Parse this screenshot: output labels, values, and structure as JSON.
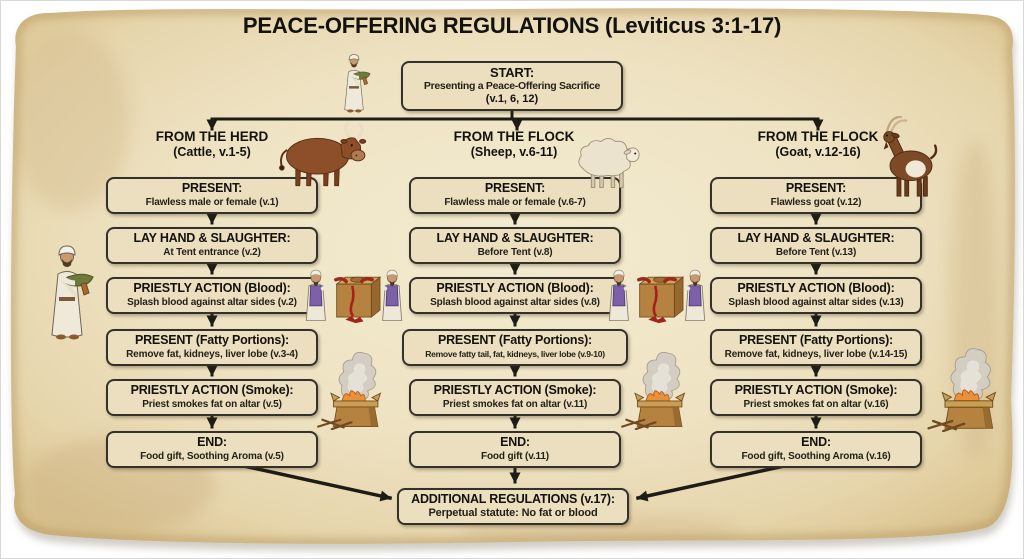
{
  "title": "PEACE-OFFERING REGULATIONS (Leviticus 3:1-17)",
  "start": {
    "title": "START:",
    "body": "Presenting a Peace-Offering Sacrifice",
    "verse": "(v.1, 6, 12)"
  },
  "columns": [
    {
      "header": "FROM THE HERD",
      "subheader": "(Cattle, v.1-5)",
      "boxes": [
        {
          "title": "PRESENT:",
          "body": "Flawless male or female (v.1)"
        },
        {
          "title": "LAY HAND & SLAUGHTER:",
          "body": "At Tent entrance (v.2)"
        },
        {
          "title": "PRIESTLY ACTION (Blood):",
          "body": "Splash blood against altar sides (v.2)"
        },
        {
          "title": "PRESENT (Fatty Portions):",
          "body": "Remove fat, kidneys, liver lobe (v.3-4)"
        },
        {
          "title": "PRIESTLY ACTION (Smoke):",
          "body": "Priest smokes fat on altar (v.5)"
        },
        {
          "title": "END:",
          "body": "Food gift, Soothing Aroma (v.5)"
        }
      ]
    },
    {
      "header": "FROM THE FLOCK",
      "subheader": "(Sheep, v.6-11)",
      "boxes": [
        {
          "title": "PRESENT:",
          "body": "Flawless male or female (v.6-7)"
        },
        {
          "title": "LAY HAND & SLAUGHTER:",
          "body": "Before Tent (v.8)"
        },
        {
          "title": "PRIESTLY ACTION (Blood):",
          "body": "Splash blood against altar sides (v.8)"
        },
        {
          "title": "PRESENT (Fatty Portions):",
          "body": "Remove fatty tail, fat, kidneys, liver lobe (v.9-10)"
        },
        {
          "title": "PRIESTLY ACTION (Smoke):",
          "body": "Priest smokes fat on altar (v.11)"
        },
        {
          "title": "END:",
          "body": "Food gift (v.11)"
        }
      ]
    },
    {
      "header": "FROM THE FLOCK",
      "subheader": "(Goat, v.12-16)",
      "boxes": [
        {
          "title": "PRESENT:",
          "body": "Flawless goat (v.12)"
        },
        {
          "title": "LAY HAND & SLAUGHTER:",
          "body": "Before Tent (v.13)"
        },
        {
          "title": "PRIESTLY ACTION (Blood):",
          "body": "Splash blood against altar sides (v.13)"
        },
        {
          "title": "PRESENT (Fatty Portions):",
          "body": "Remove fat, kidneys, liver lobe (v.14-15)"
        },
        {
          "title": "PRIESTLY ACTION (Smoke):",
          "body": "Priest smokes fat on altar (v.16)"
        },
        {
          "title": "END:",
          "body": "Food gift, Soothing Aroma (v.16)"
        }
      ]
    }
  ],
  "footer": {
    "title": "ADDITIONAL REGULATIONS (v.17):",
    "body": "Perpetual statute: No fat or blood"
  },
  "illustrations": [
    "priest-carrying-offering",
    "bull",
    "sheep",
    "goat",
    "priests-splashing-blood-at-altar",
    "altar-with-fire-and-smoke"
  ],
  "colors": {
    "parchment": "#ecdfc0",
    "box_fill": "#ecdfc0",
    "box_border": "#33312a",
    "arrow": "#1d1c16",
    "text": "#14120c",
    "priest_vest_purple": "#7e60a8",
    "blood_red": "#a3231a",
    "altar_brown": "#b5823f"
  }
}
